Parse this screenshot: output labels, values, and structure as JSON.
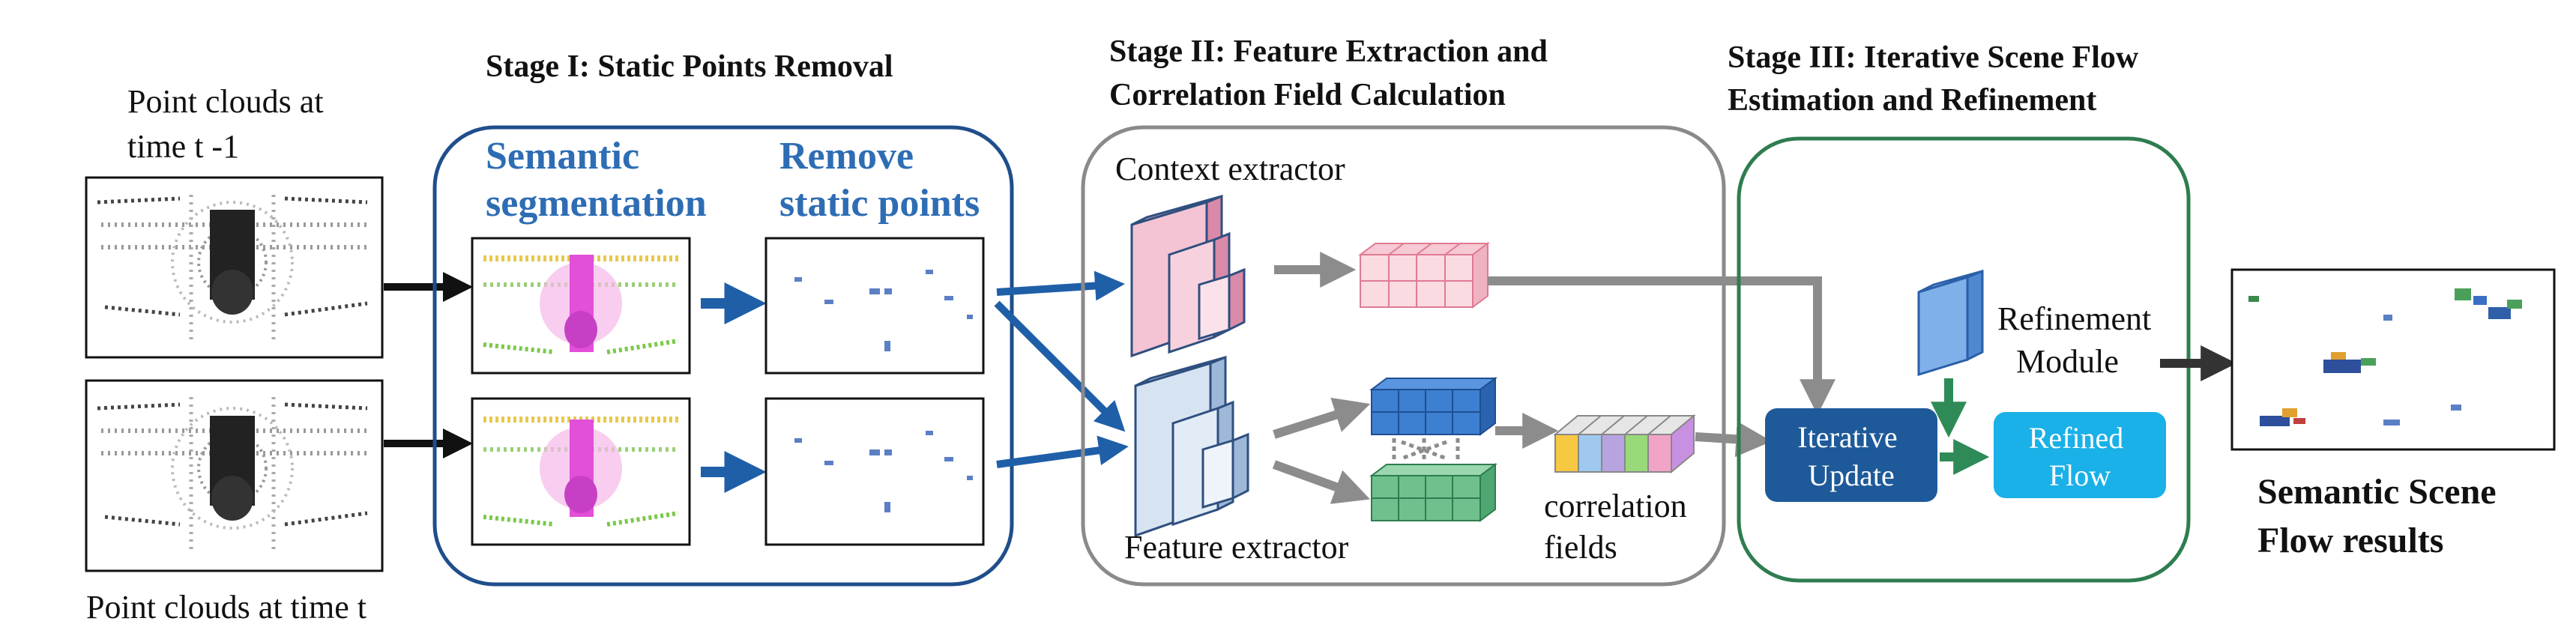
{
  "inputs": {
    "label_prev": [
      "Point clouds at",
      "time t -1"
    ],
    "label_curr": "Point clouds at time t"
  },
  "stage1": {
    "title": "Stage I:  Static Points Removal",
    "semantic_label": [
      "Semantic",
      "segmentation"
    ],
    "remove_label": [
      "Remove",
      "static points"
    ]
  },
  "stage2": {
    "title": [
      "Stage II: Feature Extraction and",
      "Correlation Field Calculation"
    ],
    "context_label": "Context extractor",
    "feature_label": "Feature extractor",
    "correlation_label": [
      "correlation",
      "fields"
    ]
  },
  "stage3": {
    "title": [
      "Stage III: Iterative Scene Flow",
      "Estimation and Refinement"
    ],
    "refinement_label": [
      "Refinement",
      "Module"
    ],
    "iterative_label": [
      "Iterative",
      "Update"
    ],
    "refined_label": [
      "Refined",
      "Flow"
    ]
  },
  "output": {
    "label": [
      "Semantic Scene",
      "Flow results"
    ]
  },
  "colors": {
    "stage1_border": "#1f4e8c",
    "stage1_text": "#2e6db4",
    "stage2_border": "#8a8a8a",
    "stage3_border": "#2e7d4f",
    "arrow_blue": "#1f5fa8",
    "arrow_gray": "#8c8c8c",
    "arrow_green": "#2e8b57",
    "iterative_fill": "#1e5a99",
    "refined_fill": "#1ab0e8",
    "pink": "#f4c4d4",
    "lightblue": "#cfe0f0",
    "blue_grid": "#3d7fd1",
    "green_grid": "#6fc08d"
  }
}
